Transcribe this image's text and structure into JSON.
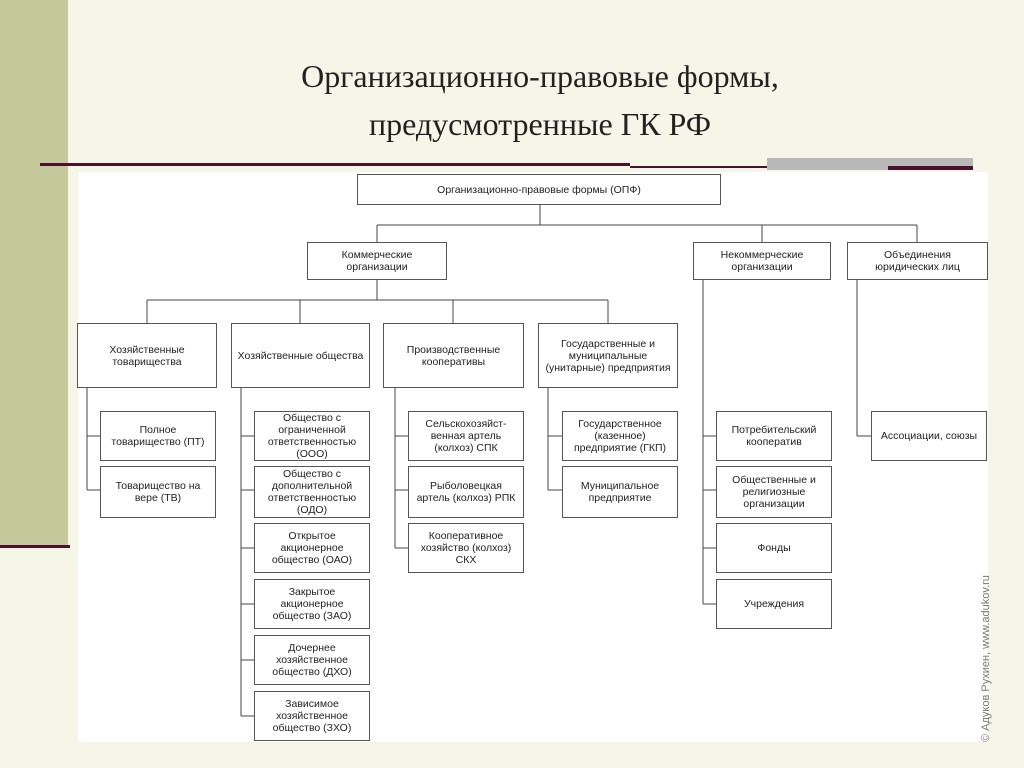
{
  "title": {
    "line1": "Организационно-правовые формы,",
    "line2": "предусмотренные ГК РФ"
  },
  "nodes": {
    "root": "Организационно-правовые формы (ОПФ)",
    "commercial": "Коммерческие организации",
    "noncommercial": "Некоммерческие организации",
    "associations": "Объединения юридических лиц",
    "partnerships": "Хозяйственные товарищества",
    "societies": "Хозяйственные общества",
    "cooperatives": "Производственные кооперативы",
    "unitary": "Государственные и муниципальные (унитарные) предприятия",
    "full_partnership": "Полное товарищество (ПТ)",
    "limited_partnership": "Товарищество на вере (ТВ)",
    "ooo": "Общество с ограниченной ответственностью (ООО)",
    "odo": "Общество с дополнительной ответственностью (ОДО)",
    "oao": "Открытое акционерное общество (ОАО)",
    "zao": "Закрытое акционерное общество (ЗАО)",
    "dho": "Дочернее хозяйственное общество (ДХО)",
    "zho": "Зависимое хозяйственное общество (ЗХО)",
    "spk": "Сельскохозяйст-венная артель (колхоз) СПК",
    "rpk": "Рыболовецкая артель (колхоз) РПК",
    "skh": "Кооперативное хозяйство (колхоз) СКХ",
    "gkp": "Государственное (казенное) предприятие (ГКП)",
    "mp": "Муниципальное предприятие",
    "consumer_coop": "Потребительский кооператив",
    "public_religious": "Общественные и религиозные организации",
    "funds": "Фонды",
    "institutions": "Учреждения",
    "assoc_unions": "Ассоциации, союзы"
  },
  "watermark": "© Адуков Рухиен, www.adukov.ru"
}
